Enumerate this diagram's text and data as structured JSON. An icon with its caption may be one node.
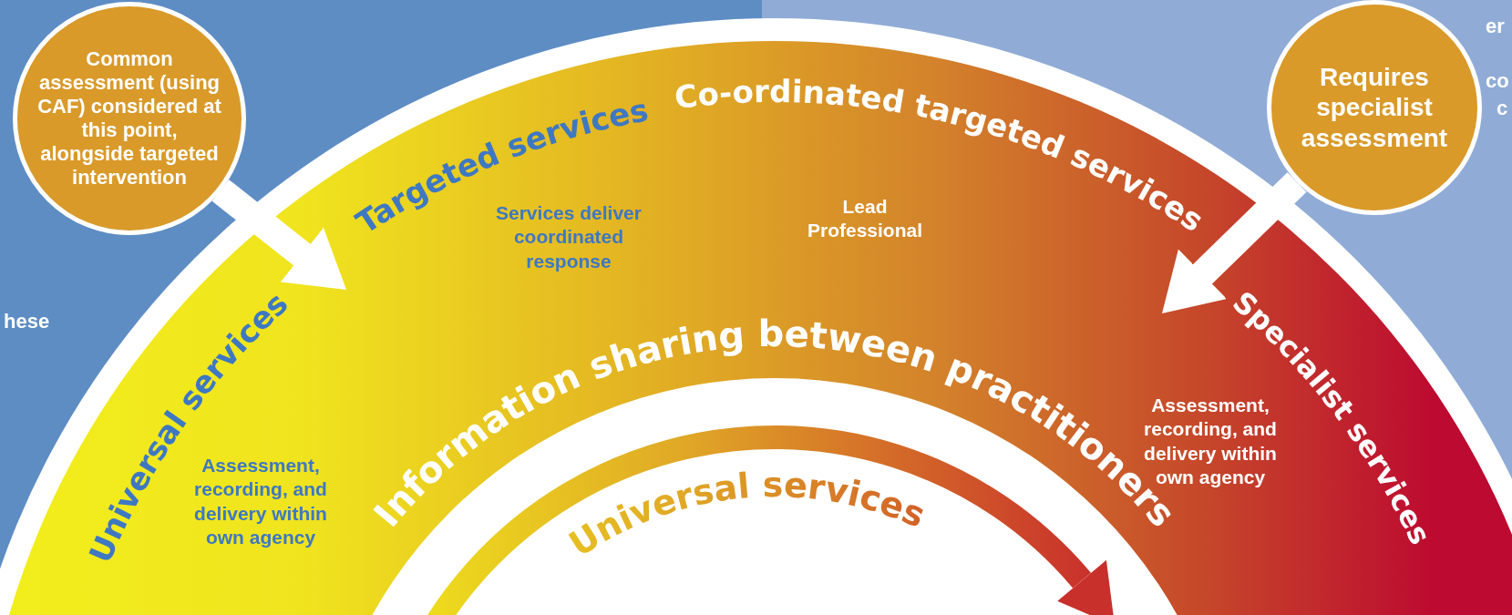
{
  "diagram": {
    "nodes": [
      {
        "text": [
          "Information sharing between practitioners"
        ]
      },
      {
        "text": [
          "Universal services",
          "Assessment, recording, and delivery within own agency"
        ],
        "in": 0
      },
      {
        "text": [
          "Targeted services",
          "Services deliver coordinated response"
        ],
        "in": 0
      },
      {
        "text": [
          "Co-ordinated targeted services",
          "Lead Professional"
        ],
        "in": 0
      },
      {
        "text": [
          "Specialist services",
          "Assessment, recording, and delivery within own agency"
        ],
        "in": 0
      },
      {
        "text": [
          "Common assessment (using CAF) considered at this point, alongside targeted intervention"
        ]
      },
      {
        "text": [
          "Requires specialist assessment"
        ]
      }
    ],
    "edges": [
      {
        "from": 5,
        "to": 2,
        "arrow": "to"
      },
      {
        "from": 6,
        "to": 4,
        "arrow": "to"
      }
    ],
    "labels": [
      "Universal services",
      "hese",
      "er",
      "co",
      "c"
    ]
  }
}
